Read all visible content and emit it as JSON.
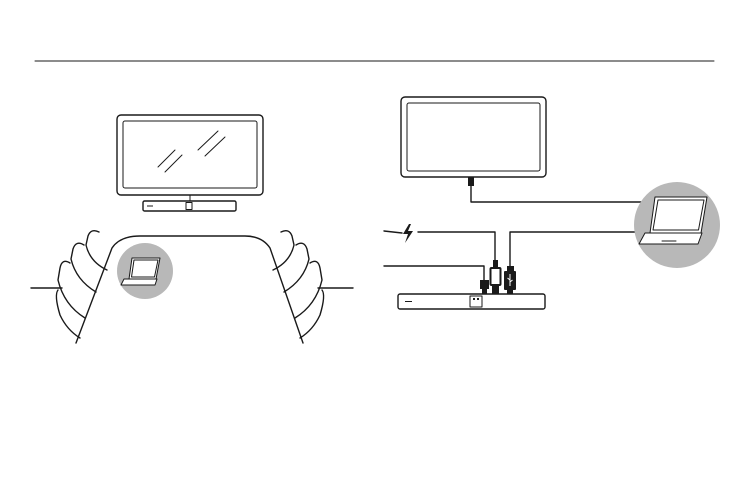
{
  "diagram": {
    "type": "setup-illustration",
    "left_scene": {
      "subject": "meeting-room",
      "elements": [
        "tv-screen",
        "soundbar",
        "conference-table",
        "chairs",
        "laptop-callout"
      ]
    },
    "right_scene": {
      "subject": "cable-connections",
      "elements": [
        "tv-screen",
        "soundbar",
        "power-cable",
        "network-cable",
        "hdmi-cable",
        "usb-cable",
        "laptop-callout"
      ]
    },
    "icons": {
      "power": "lightning-bolt-icon",
      "laptop": "laptop-icon",
      "usb": "usb-icon"
    },
    "colors": {
      "line": "#1a1a1a",
      "callout_disc": "#b8b8b8",
      "background": "#ffffff"
    }
  }
}
